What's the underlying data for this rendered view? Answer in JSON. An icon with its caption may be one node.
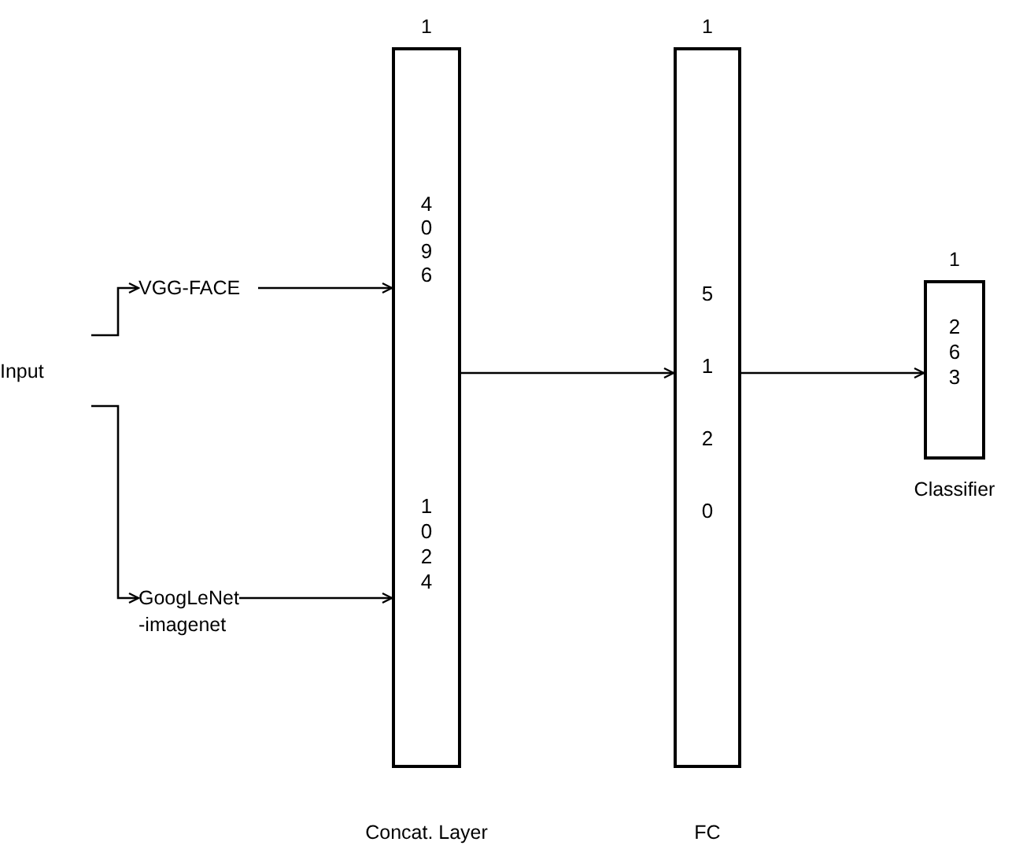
{
  "diagram": {
    "nodes": [
      {
        "text": [
          "Input"
        ]
      },
      {
        "text": [
          "VGG-FACE"
        ]
      },
      {
        "text": [
          "GoogLeNet -imagenet"
        ]
      },
      {
        "text": [
          "4096",
          "1024"
        ],
        "beside": [
          "1",
          "Concat. Layer"
        ]
      },
      {
        "text": [
          "5120"
        ],
        "beside": [
          "1",
          "FC"
        ]
      },
      {
        "text": [
          "263"
        ],
        "beside": [
          "1",
          "Classifier"
        ]
      }
    ],
    "edges": [
      {
        "from": 0,
        "to": 1,
        "arrow": "to"
      },
      {
        "from": 0,
        "to": 2,
        "arrow": "to"
      },
      {
        "from": 1,
        "to": 3,
        "arrow": "to"
      },
      {
        "from": 2,
        "to": 3,
        "arrow": "to"
      },
      {
        "from": 3,
        "to": 4,
        "arrow": "to"
      },
      {
        "from": 4,
        "to": 5,
        "arrow": "to"
      }
    ]
  }
}
